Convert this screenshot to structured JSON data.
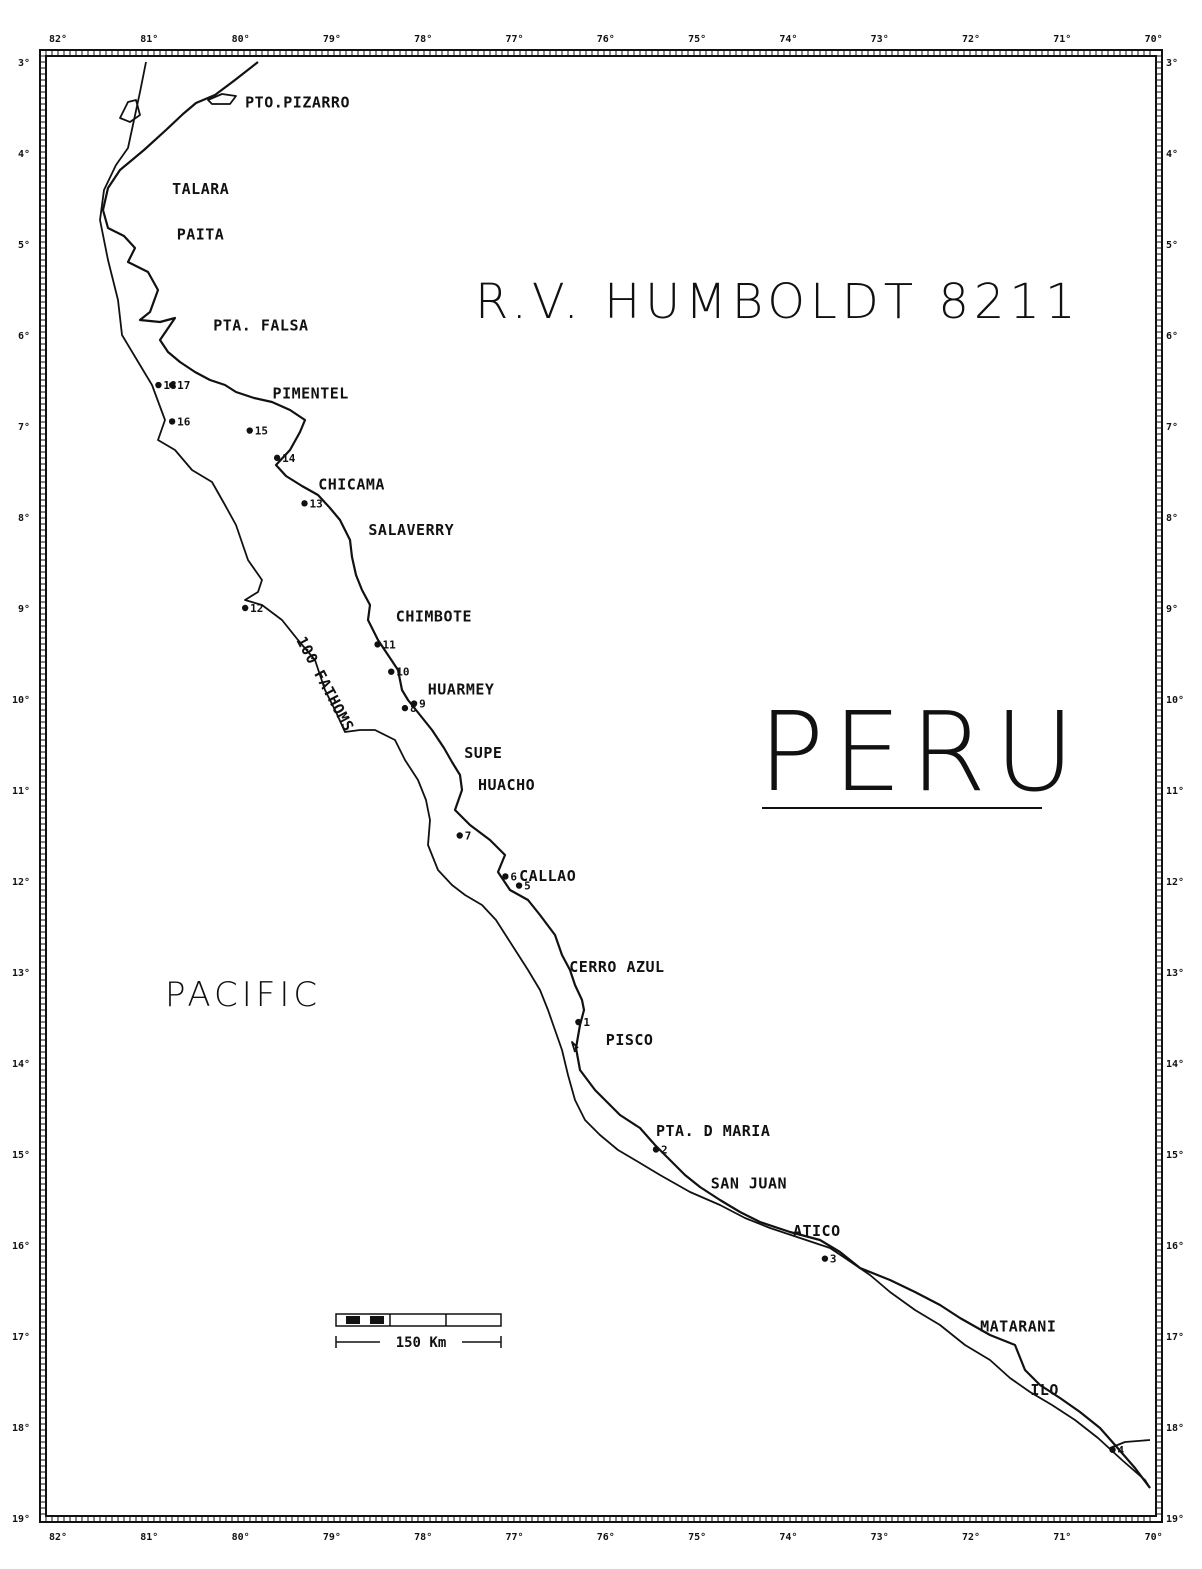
{
  "title": "R.V. HUMBOLDT 8211",
  "country": "PERU",
  "ocean": "PACIFIC",
  "contour_label": "100 FATHOMS",
  "scale_label": "150 Km",
  "lon_labels": [
    "82°",
    "81°",
    "80°",
    "79°",
    "78°",
    "77°",
    "76°",
    "75°",
    "74°",
    "73°",
    "72°",
    "71°",
    "70°"
  ],
  "lat_labels": [
    "3°",
    "4°",
    "5°",
    "6°",
    "7°",
    "8°",
    "9°",
    "10°",
    "11°",
    "12°",
    "13°",
    "14°",
    "15°",
    "16°",
    "17°",
    "18°",
    "19°"
  ],
  "places": [
    {
      "name": "PTO.PIZARRO",
      "lat": 3.5,
      "lon": 79.95
    },
    {
      "name": "TALARA",
      "lat": 4.45,
      "lon": 80.75
    },
    {
      "name": "PAITA",
      "lat": 4.95,
      "lon": 80.7
    },
    {
      "name": "PTA. FALSA",
      "lat": 5.95,
      "lon": 80.3
    },
    {
      "name": "PIMENTEL",
      "lat": 6.7,
      "lon": 79.65
    },
    {
      "name": "CHICAMA",
      "lat": 7.7,
      "lon": 79.15
    },
    {
      "name": "SALAVERRY",
      "lat": 8.2,
      "lon": 78.6
    },
    {
      "name": "CHIMBOTE",
      "lat": 9.15,
      "lon": 78.3
    },
    {
      "name": "HUARMEY",
      "lat": 9.95,
      "lon": 77.95
    },
    {
      "name": "SUPE",
      "lat": 10.65,
      "lon": 77.55
    },
    {
      "name": "HUACHO",
      "lat": 11.0,
      "lon": 77.4
    },
    {
      "name": "CALLAO",
      "lat": 12.0,
      "lon": 76.95
    },
    {
      "name": "CERRO AZUL",
      "lat": 13.0,
      "lon": 76.4
    },
    {
      "name": "PISCO",
      "lat": 13.8,
      "lon": 76.0
    },
    {
      "name": "PTA. D MARIA",
      "lat": 14.8,
      "lon": 75.45
    },
    {
      "name": "SAN JUAN",
      "lat": 15.38,
      "lon": 74.85
    },
    {
      "name": "ATICO",
      "lat": 15.9,
      "lon": 73.95
    },
    {
      "name": "MATARANI",
      "lat": 16.95,
      "lon": 71.9
    },
    {
      "name": "ILO",
      "lat": 17.65,
      "lon": 71.35
    }
  ],
  "stations": [
    {
      "id": "1",
      "lat": 13.55,
      "lon": 76.3
    },
    {
      "id": "2",
      "lat": 14.95,
      "lon": 75.45
    },
    {
      "id": "3",
      "lat": 16.15,
      "lon": 73.6
    },
    {
      "id": "4",
      "lat": 18.25,
      "lon": 70.45
    },
    {
      "id": "5",
      "lat": 12.05,
      "lon": 76.95
    },
    {
      "id": "6",
      "lat": 11.95,
      "lon": 77.1
    },
    {
      "id": "7",
      "lat": 11.5,
      "lon": 77.6
    },
    {
      "id": "8",
      "lat": 10.1,
      "lon": 78.2
    },
    {
      "id": "9",
      "lat": 10.05,
      "lon": 78.1
    },
    {
      "id": "10",
      "lat": 9.7,
      "lon": 78.35
    },
    {
      "id": "11",
      "lat": 9.4,
      "lon": 78.5
    },
    {
      "id": "12",
      "lat": 9.0,
      "lon": 79.95
    },
    {
      "id": "13",
      "lat": 7.85,
      "lon": 79.3
    },
    {
      "id": "14",
      "lat": 7.35,
      "lon": 79.6
    },
    {
      "id": "15",
      "lat": 7.05,
      "lon": 79.9
    },
    {
      "id": "16",
      "lat": 6.95,
      "lon": 80.75
    },
    {
      "id": "17",
      "lat": 6.55,
      "lon": 80.75
    },
    {
      "id": "18",
      "lat": 6.55,
      "lon": 80.9
    }
  ]
}
